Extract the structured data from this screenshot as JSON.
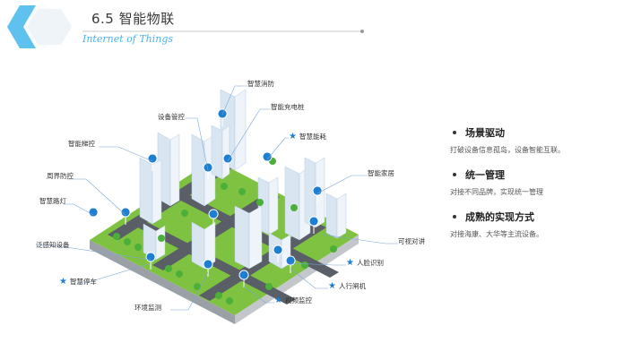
{
  "header": {
    "title": "6.5  智能物联",
    "subtitle": "Internet of Things"
  },
  "city_labels": [
    {
      "text": "智慧消防",
      "star": false
    },
    {
      "text": "设备管控",
      "star": false
    },
    {
      "text": "智能充电桩",
      "star": false
    },
    {
      "text": "智能梯控",
      "star": false
    },
    {
      "text": "智慧能耗",
      "star": true
    },
    {
      "text": "周界防控",
      "star": false
    },
    {
      "text": "智能家居",
      "star": false
    },
    {
      "text": "智慧路灯",
      "star": false
    },
    {
      "text": "泛感知设备",
      "star": false
    },
    {
      "text": "可视对讲",
      "star": false
    },
    {
      "text": "人脸识别",
      "star": true
    },
    {
      "text": "智慧停车",
      "star": true
    },
    {
      "text": "人行闸机",
      "star": true
    },
    {
      "text": "视频监控",
      "star": true
    },
    {
      "text": "环境监测",
      "star": false
    }
  ],
  "points": [
    {
      "title": "场景驱动",
      "desc": "打破设备信息孤岛，设备智能互联。"
    },
    {
      "title": "统一管理",
      "desc": "对接不同品牌，实现统一管理"
    },
    {
      "title": "成熟的实现方式",
      "desc": "对接海康、大华等主流设备。"
    }
  ],
  "colors": {
    "accent": "#49b4e6",
    "pin": "#1e7fd1",
    "star": "#1e7fd1",
    "grass": "#7fc241",
    "road": "#5a5e66"
  }
}
